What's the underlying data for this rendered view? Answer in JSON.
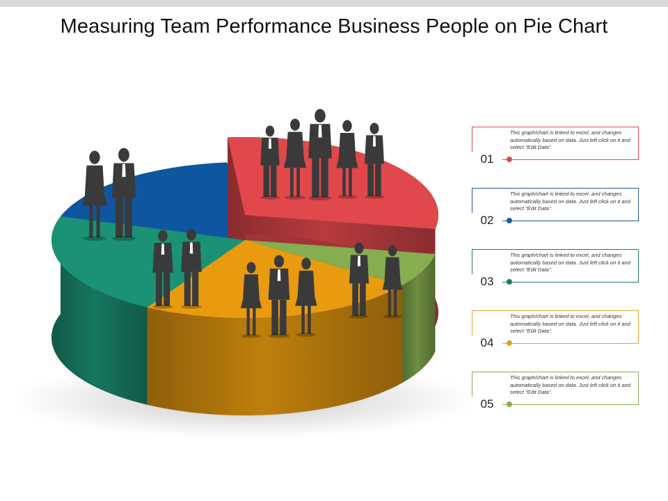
{
  "title": "Measuring Team Performance Business People on Pie Chart",
  "chart_data": {
    "type": "pie",
    "segments": [
      {
        "label": "01",
        "color": "#e0484c",
        "fraction": 0.3
      },
      {
        "label": "02",
        "color": "#0f56a0",
        "fraction": 0.17
      },
      {
        "label": "03",
        "color": "#1b9176",
        "fraction": 0.25
      },
      {
        "label": "04",
        "color": "#e99b0f",
        "fraction": 0.19
      },
      {
        "label": "05",
        "color": "#86ad50",
        "fraction": 0.09
      }
    ]
  },
  "legend": [
    {
      "number": "01",
      "text": "This graph/chart is linked to excel, and changes automatically based on data. Just left click on it and select \"Edit Data\".",
      "color": "#e0484c"
    },
    {
      "number": "02",
      "text": "This graph/chart is linked to excel, and changes automatically based on data. Just left click on it and select \"Edit Data\".",
      "color": "#1f5a9c"
    },
    {
      "number": "03",
      "text": "This graph/chart is linked to excel, and changes automatically based on data. Just left click on it and select \"Edit Data\".",
      "color": "#1b7a6a"
    },
    {
      "number": "04",
      "text": "This graph/chart is linked to excel, and changes automatically based on data. Just left click on it and select \"Edit Data\".",
      "color": "#e2a326"
    },
    {
      "number": "05",
      "text": "This graph/chart is linked to excel, and changes automatically based on data. Just left click on it and select \"Edit Data\".",
      "color": "#86ad50"
    }
  ]
}
